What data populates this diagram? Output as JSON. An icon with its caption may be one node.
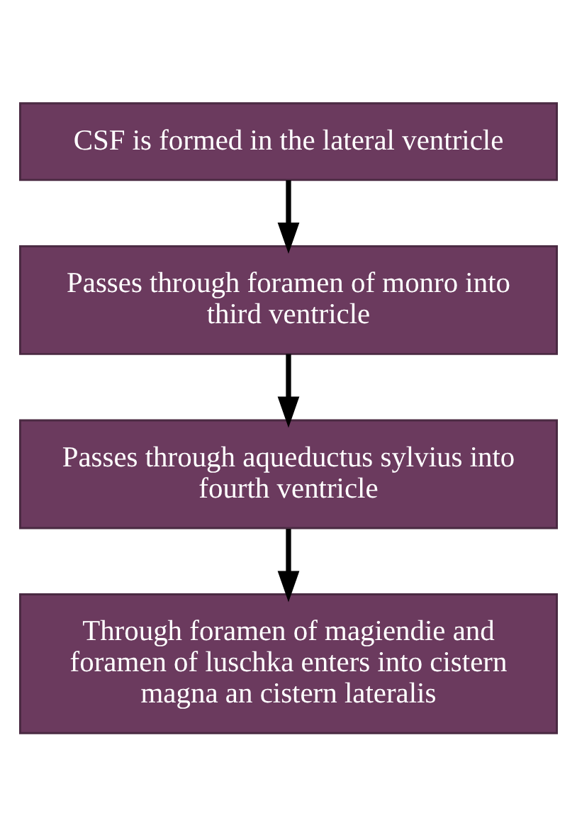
{
  "diagram": {
    "nodes": [
      {
        "text": [
          "CSF is formed in the lateral ventricle"
        ]
      },
      {
        "text": [
          "Passes through foramen of monro into third ventricle"
        ]
      },
      {
        "text": [
          "Passes through aqueductus sylvius into fourth ventricle"
        ]
      },
      {
        "text": [
          "Through foramen of magiendie and foramen of luschka enters into cistern magna an cistern lateralis"
        ]
      }
    ],
    "edges": [
      {
        "from": 0,
        "to": 1,
        "arrow": "to"
      },
      {
        "from": 1,
        "to": 2,
        "arrow": "to"
      },
      {
        "from": 2,
        "to": 3,
        "arrow": "to"
      }
    ]
  }
}
